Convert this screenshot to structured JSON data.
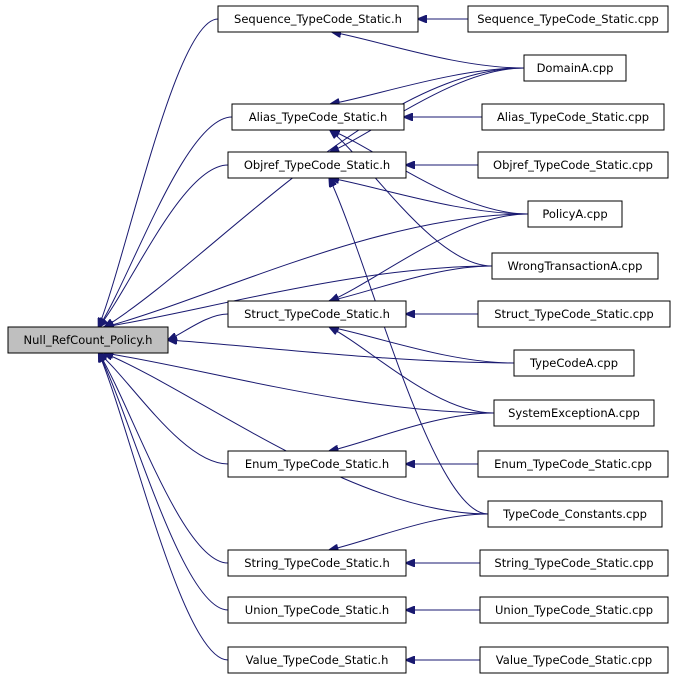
{
  "diagram": {
    "nodes": [
      {
        "id": "nrp",
        "label": "Null_RefCount_Policy.h",
        "highlight": true
      },
      {
        "id": "seq_h",
        "label": "Sequence_TypeCode_Static.h"
      },
      {
        "id": "seq_cpp",
        "label": "Sequence_TypeCode_Static.cpp"
      },
      {
        "id": "domain",
        "label": "DomainA.cpp"
      },
      {
        "id": "alias_h",
        "label": "Alias_TypeCode_Static.h"
      },
      {
        "id": "alias_cpp",
        "label": "Alias_TypeCode_Static.cpp"
      },
      {
        "id": "objref_h",
        "label": "Objref_TypeCode_Static.h"
      },
      {
        "id": "objref_cpp",
        "label": "Objref_TypeCode_Static.cpp"
      },
      {
        "id": "policy",
        "label": "PolicyA.cpp"
      },
      {
        "id": "wrong",
        "label": "WrongTransactionA.cpp"
      },
      {
        "id": "struct_h",
        "label": "Struct_TypeCode_Static.h"
      },
      {
        "id": "struct_cpp",
        "label": "Struct_TypeCode_Static.cpp"
      },
      {
        "id": "typecode",
        "label": "TypeCodeA.cpp"
      },
      {
        "id": "sysexc",
        "label": "SystemExceptionA.cpp"
      },
      {
        "id": "enum_h",
        "label": "Enum_TypeCode_Static.h"
      },
      {
        "id": "enum_cpp",
        "label": "Enum_TypeCode_Static.cpp"
      },
      {
        "id": "tcconst",
        "label": "TypeCode_Constants.cpp"
      },
      {
        "id": "string_h",
        "label": "String_TypeCode_Static.h"
      },
      {
        "id": "string_cpp",
        "label": "String_TypeCode_Static.cpp"
      },
      {
        "id": "union_h",
        "label": "Union_TypeCode_Static.h"
      },
      {
        "id": "union_cpp",
        "label": "Union_TypeCode_Static.cpp"
      },
      {
        "id": "value_h",
        "label": "Value_TypeCode_Static.h"
      },
      {
        "id": "value_cpp",
        "label": "Value_TypeCode_Static.cpp"
      }
    ],
    "edges": [
      {
        "from": "seq_h",
        "to": "nrp"
      },
      {
        "from": "domain",
        "to": "nrp"
      },
      {
        "from": "alias_h",
        "to": "nrp"
      },
      {
        "from": "objref_h",
        "to": "nrp"
      },
      {
        "from": "policy",
        "to": "nrp"
      },
      {
        "from": "wrong",
        "to": "nrp"
      },
      {
        "from": "struct_h",
        "to": "nrp"
      },
      {
        "from": "typecode",
        "to": "nrp"
      },
      {
        "from": "sysexc",
        "to": "nrp"
      },
      {
        "from": "enum_h",
        "to": "nrp"
      },
      {
        "from": "tcconst",
        "to": "nrp"
      },
      {
        "from": "string_h",
        "to": "nrp"
      },
      {
        "from": "union_h",
        "to": "nrp"
      },
      {
        "from": "value_h",
        "to": "nrp"
      },
      {
        "from": "seq_cpp",
        "to": "seq_h"
      },
      {
        "from": "domain",
        "to": "seq_h"
      },
      {
        "from": "domain",
        "to": "alias_h"
      },
      {
        "from": "alias_cpp",
        "to": "alias_h"
      },
      {
        "from": "policy",
        "to": "alias_h"
      },
      {
        "from": "wrong",
        "to": "alias_h"
      },
      {
        "from": "domain",
        "to": "objref_h"
      },
      {
        "from": "objref_cpp",
        "to": "objref_h"
      },
      {
        "from": "policy",
        "to": "objref_h"
      },
      {
        "from": "tcconst",
        "to": "objref_h"
      },
      {
        "from": "policy",
        "to": "struct_h"
      },
      {
        "from": "wrong",
        "to": "struct_h"
      },
      {
        "from": "struct_cpp",
        "to": "struct_h"
      },
      {
        "from": "typecode",
        "to": "struct_h"
      },
      {
        "from": "sysexc",
        "to": "struct_h"
      },
      {
        "from": "enum_cpp",
        "to": "enum_h"
      },
      {
        "from": "sysexc",
        "to": "enum_h"
      },
      {
        "from": "string_cpp",
        "to": "string_h"
      },
      {
        "from": "tcconst",
        "to": "string_h"
      },
      {
        "from": "union_cpp",
        "to": "union_h"
      },
      {
        "from": "value_cpp",
        "to": "value_h"
      }
    ]
  }
}
